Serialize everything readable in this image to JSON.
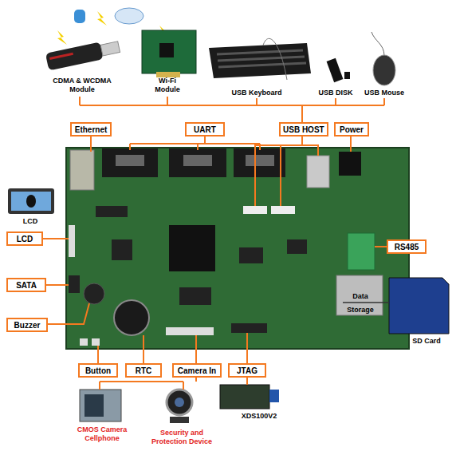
{
  "diagram": {
    "nodes": [
      {
        "text": [
          "Ethernet"
        ]
      },
      {
        "text": [
          "UART"
        ]
      },
      {
        "text": [
          "USB HOST"
        ]
      },
      {
        "text": [
          "Power"
        ]
      },
      {
        "text": [
          "LCD"
        ]
      },
      {
        "text": [
          "RS485"
        ]
      },
      {
        "text": [
          "SATA"
        ]
      },
      {
        "text": [
          "Buzzer"
        ]
      },
      {
        "text": [
          "Button"
        ]
      },
      {
        "text": [
          "RTC"
        ]
      },
      {
        "text": [
          "Camera In"
        ]
      },
      {
        "text": [
          "JTAG"
        ]
      }
    ],
    "labels": [
      "CDMA & WCDMA Module",
      "Wi-Fi Module",
      "USB Keyboard",
      "USB DISK",
      "USB Mouse",
      "LCD",
      "Data",
      "Storage",
      "SD Card",
      "CMOS Camera Cellphone",
      "Security and Protection Device",
      "XDS100V2"
    ]
  }
}
